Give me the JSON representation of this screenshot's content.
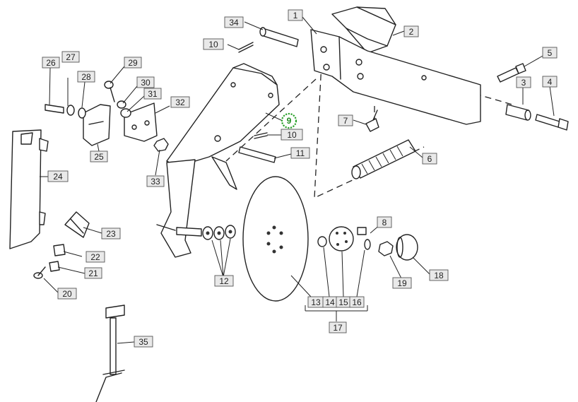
{
  "diagram": {
    "highlighted_callout": "9",
    "callouts": [
      "1",
      "2",
      "3",
      "4",
      "5",
      "6",
      "7",
      "8",
      "10",
      "10",
      "11",
      "12",
      "13",
      "14",
      "15",
      "16",
      "17",
      "18",
      "19",
      "20",
      "21",
      "22",
      "23",
      "24",
      "25",
      "26",
      "27",
      "28",
      "29",
      "30",
      "31",
      "32",
      "33",
      "34",
      "35"
    ],
    "colors": {
      "highlight": "#2aa12a",
      "label_fill": "#e9e9e9",
      "line": "#222222"
    }
  }
}
